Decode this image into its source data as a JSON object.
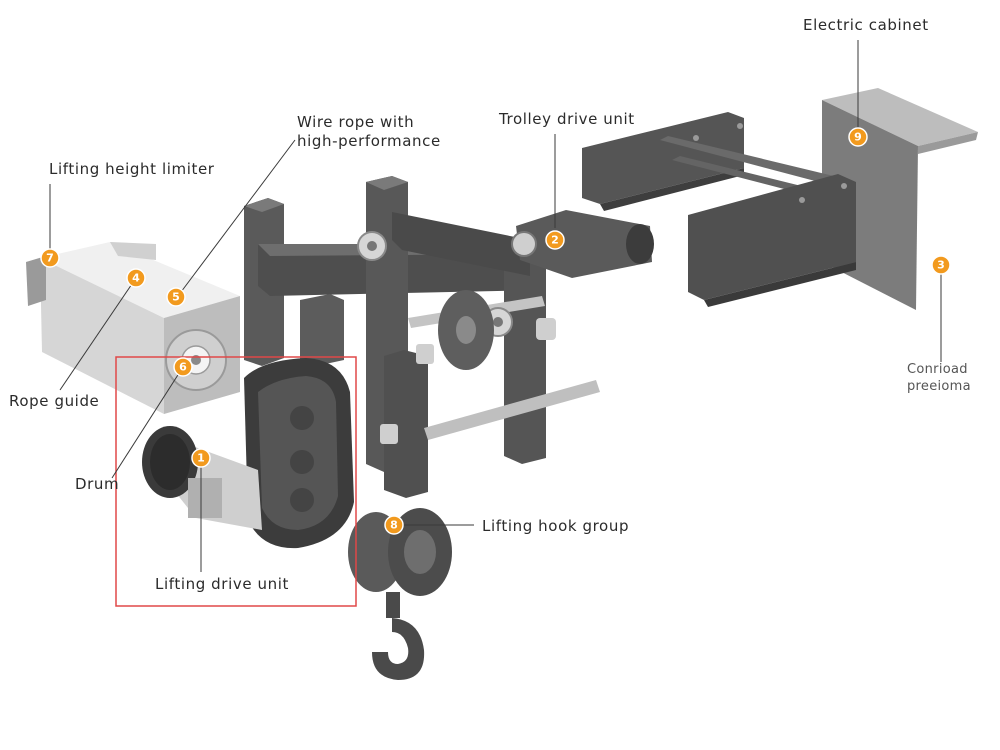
{
  "labels": {
    "electric_cabinet": "Electric cabinet",
    "trolley_drive_unit": "Trolley drive unit",
    "wire_rope_line1": "Wire rope with",
    "wire_rope_line2": "high-performance",
    "lifting_height_limiter": "Lifting height limiter",
    "rope_guide": "Rope guide",
    "drum": "Drum",
    "lifting_drive_unit": "Lifting drive unit",
    "lifting_hook_group": "Lifting hook group",
    "control_line1": "Conrioad",
    "control_line2": "preeioma"
  },
  "badges": {
    "b1": "1",
    "b2": "2",
    "b3": "3",
    "b4": "4",
    "b5": "5",
    "b6": "6",
    "b7": "7",
    "b8": "8",
    "b9": "9"
  },
  "colors": {
    "badge": "#f29a1e",
    "highlight_box": "#e04848",
    "frame_dark": "#4a4a4a",
    "drum_housing": "#e6e6e6"
  }
}
